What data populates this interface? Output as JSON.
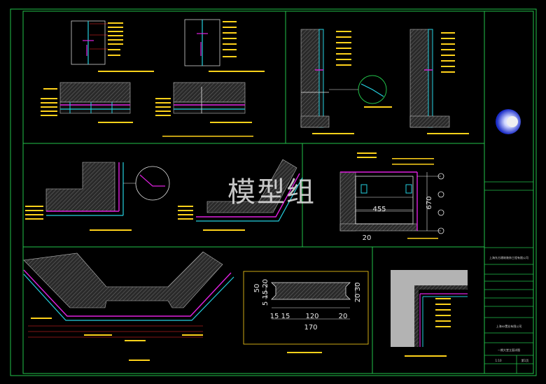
{
  "watermark": "模型组",
  "colors": {
    "background": "#000000",
    "frame": "#22c24a",
    "leader_text": "#ffd21a",
    "cyan": "#25d0e0",
    "magenta": "#e020e0",
    "red": "#ff2a2a",
    "hatch": "#8a8a8a",
    "white": "#e8e8e8",
    "logo_blue": "#1a2cc8"
  },
  "panel_5_dims": {
    "width_top": "455",
    "height_right": "670",
    "bottom": "20"
  },
  "panel_7_dims": {
    "left_stack": "50",
    "left_stack_b": "5 15 20",
    "right_stack": "20 30",
    "bottom_a": "15 15",
    "bottom_b": "120",
    "bottom_c": "20",
    "bottom_total": "170"
  },
  "title_block": {
    "company": "上海东方建筑装饰工程有限公司",
    "client": "上海xx置业有限公司",
    "sheet_label": "一期大堂立面详图",
    "scale_value": "1:10",
    "sheet_no": "第1页",
    "icon": "globe-logo-icon"
  }
}
